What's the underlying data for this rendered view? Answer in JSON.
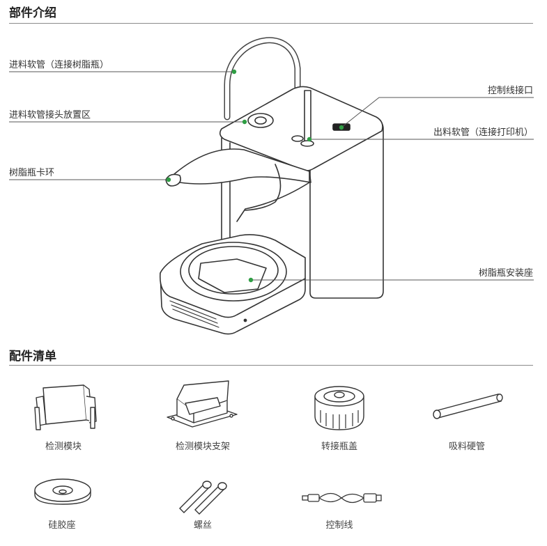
{
  "section_parts": {
    "title": "部件介绍",
    "callouts": [
      "进料软管（连接树脂瓶）",
      "进料软管接头放置区",
      "树脂瓶卡环",
      "控制线接口",
      "出料软管（连接打印机）",
      "树脂瓶安装座"
    ]
  },
  "section_accessories": {
    "title": "配件清单",
    "items": [
      "检测模块",
      "检测模块支架",
      "转接瓶盖",
      "吸料硬管",
      "硅胶座",
      "螺丝",
      "控制线"
    ]
  },
  "colors": {
    "accent": "#2f9e44",
    "line": "#333333",
    "rule": "#8a8a8a"
  }
}
